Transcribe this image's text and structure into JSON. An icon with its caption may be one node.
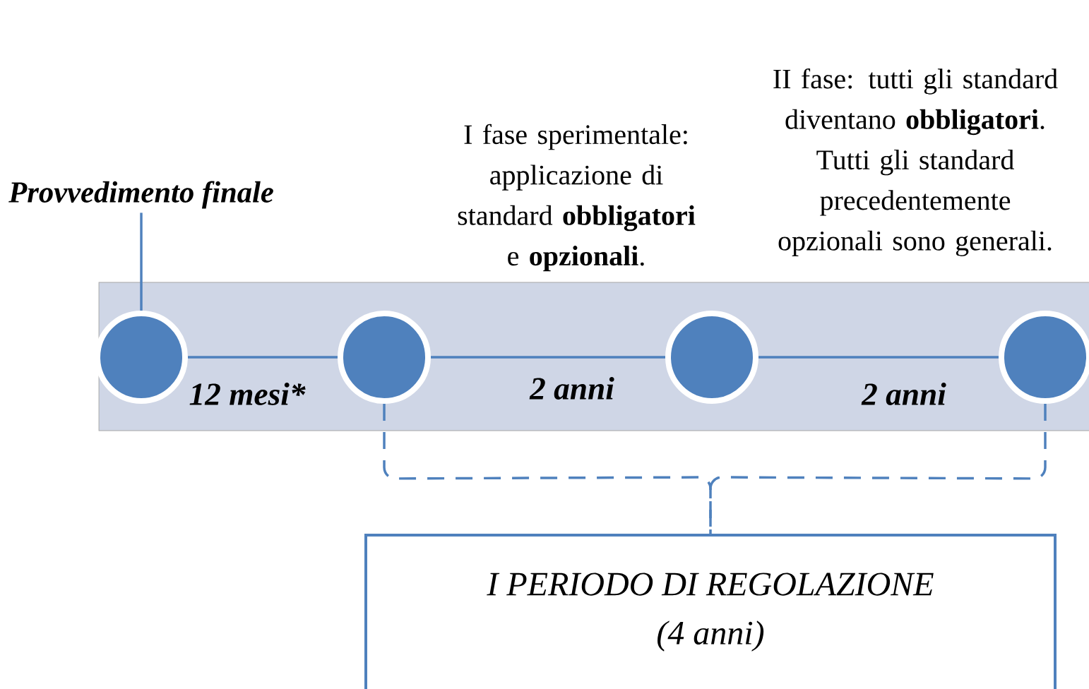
{
  "diagram": {
    "nodes": [
      {
        "text": [
          "Provvedimento finale"
        ]
      },
      {
        "text": [],
        "shape": "circle"
      },
      {
        "text": [],
        "shape": "circle"
      },
      {
        "text": [],
        "shape": "circle"
      },
      {
        "text": [],
        "shape": "circle"
      },
      {
        "text": [
          "I PERIODO DI REGOLAZIONE",
          "(4 anni)"
        ]
      }
    ],
    "edges": [
      {
        "from": 0,
        "to": 1,
        "arrow": "none"
      },
      {
        "from": 1,
        "to": 2,
        "arrow": "none",
        "label": "12 mesi*"
      },
      {
        "from": 2,
        "to": 3,
        "arrow": "none",
        "label": "2 anni"
      },
      {
        "from": 3,
        "to": 4,
        "arrow": "none",
        "label": "2 anni"
      },
      {
        "from": 2,
        "to": 5,
        "arrow": "none",
        "style": "dashed"
      },
      {
        "from": 4,
        "to": 5,
        "arrow": "none",
        "style": "dashed"
      }
    ],
    "labels": [
      "I fase sperimentale: applicazione di standard **obbligatori** e **opzionali**.",
      "II fase: tutti gli standard diventano **obbligatori**. Tutti gli standard precedentemente opzionali sono generali."
    ]
  }
}
